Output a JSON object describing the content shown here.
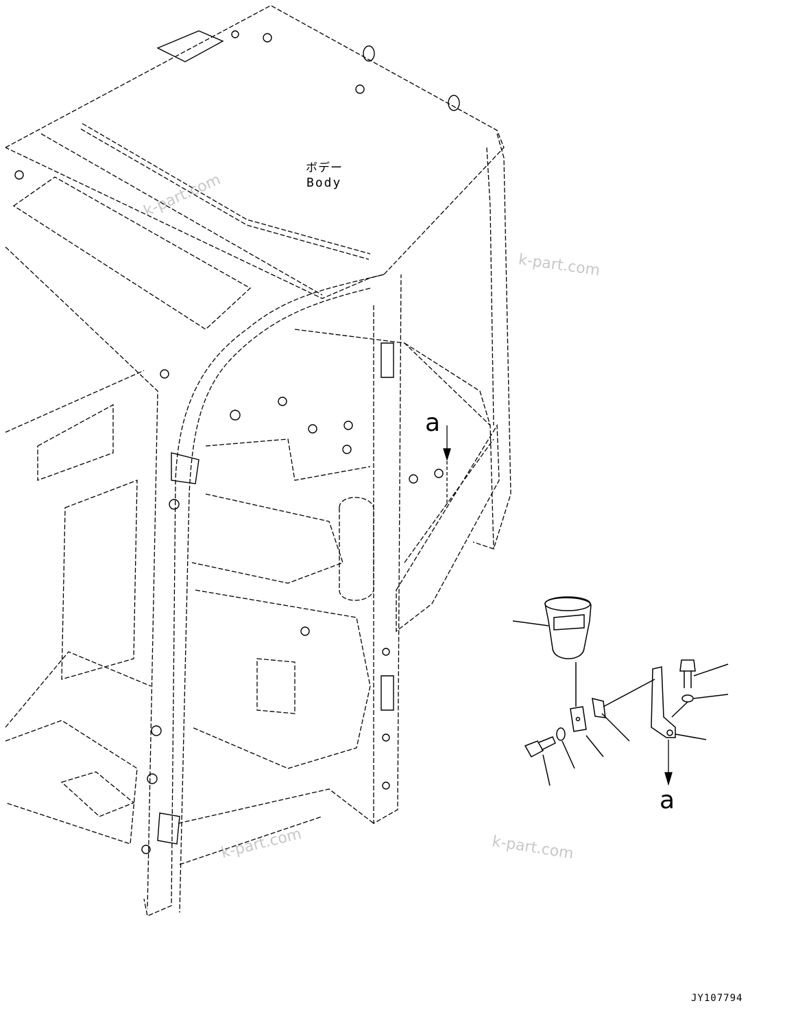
{
  "labels": {
    "body_jp": "ボデー",
    "body_en": "Body",
    "ref_a_top": "a",
    "ref_a_detail": "a",
    "drawing_number": "JY107794"
  },
  "watermarks": [
    "k-part.com",
    "k-part.com",
    "k-part.com",
    "k-part.com"
  ],
  "colors": {
    "line": "#000000",
    "watermark": "#9a9a9a",
    "background": "#ffffff"
  }
}
